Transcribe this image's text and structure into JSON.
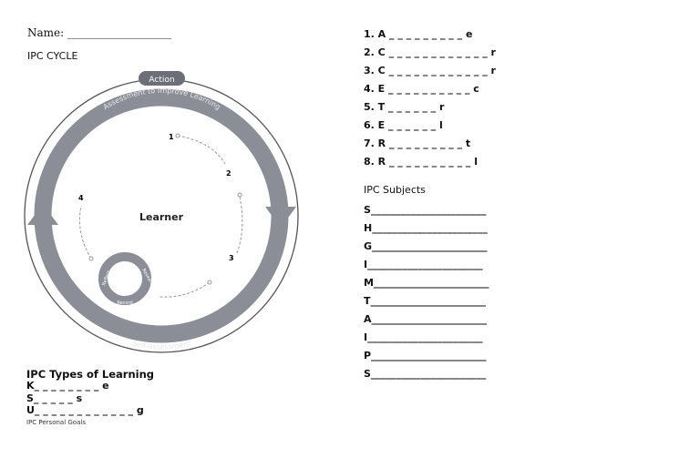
{
  "worksheet": {
    "name_line": "Name: ___________________",
    "cycle_title": "IPC CYCLE",
    "cycle": {
      "top_badge": "Action",
      "arc_top": "Assessment to Improve Learning",
      "arc_bottom": "Self-assessment",
      "center": "Learner",
      "steps": [
        "1",
        "2",
        "3",
        "4"
      ],
      "mini_cycle": [
        "Research",
        "Record",
        "Reflect"
      ],
      "colors": {
        "ring": "#8b8e96",
        "badge": "#6c6f78",
        "outer_line": "#555555"
      }
    },
    "types_title": "IPC Types of Learning",
    "types": [
      "K_ _ _ _ _ _ _ _ e",
      "S_ _ _ _ _ s",
      "U_ _ _ _ _ _ _ _ _ _ _ _ g"
    ],
    "goals_label": "IPC Personal Goals",
    "puzzle": [
      "1. A _ _ _ _ _ _ _ _ _ e",
      "2. C _ _ _ _ _ _ _ _ _ _ _ _ r",
      "3. C _ _ _ _ _ _ _ _ _ _ _ _ r",
      "4. E _ _ _ _ _ _ _ _ _ _ c",
      "5. T _ _ _ _ _ _ r",
      "6. E _ _ _ _ _ _ l",
      "7. R _ _ _ _ _ _ _ _ _ t",
      "8. R _ _ _ _ _ _ _ _ _ _ l"
    ],
    "subjects_title": "IPC Subjects",
    "subjects": [
      "S_______________________",
      "H_______________________",
      "G_______________________",
      "I_______________________",
      "M_______________________",
      "T_______________________",
      "A_______________________",
      "I_______________________",
      "P_______________________",
      "S_______________________"
    ]
  }
}
